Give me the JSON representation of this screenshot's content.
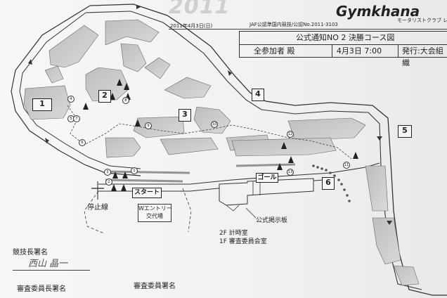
{
  "header": {
    "year_title": "2011",
    "event_title": "Gymkhana",
    "date_line": "2011年4月3日(日)",
    "license_line": "JAF公認準国内競技/公認No.2011-3103",
    "organizer_short": "モータリストクラブ レイ"
  },
  "notice_table": {
    "title": "公式通知NO 2 決勝コース図",
    "recipient": "全参加者 殿",
    "datetime": "4月3日 7:00",
    "issuer": "発行:大会組織"
  },
  "sections": [
    "1",
    "2",
    "3",
    "4",
    "5",
    "6"
  ],
  "labels": {
    "start": "スタート",
    "goal": "ゴール",
    "stop_line": "停止線",
    "w_entry_line1": "Wエントリー",
    "w_entry_line2": "交代場",
    "bulletin_board": "公式掲示板",
    "timing_room": "2F 計時室",
    "steward_room": "1F 審査委員会室"
  },
  "signatures": {
    "clerk_of_course_label": "競技長署名",
    "clerk_of_course_signature": "西山 晶一",
    "steward_chair_label": "審査委員長署名",
    "steward_label": "審査委員署名"
  },
  "markers": [
    "1",
    "2",
    "3",
    "4",
    "5",
    "6",
    "7",
    "8",
    "9",
    "10",
    "11",
    "12",
    "13"
  ]
}
